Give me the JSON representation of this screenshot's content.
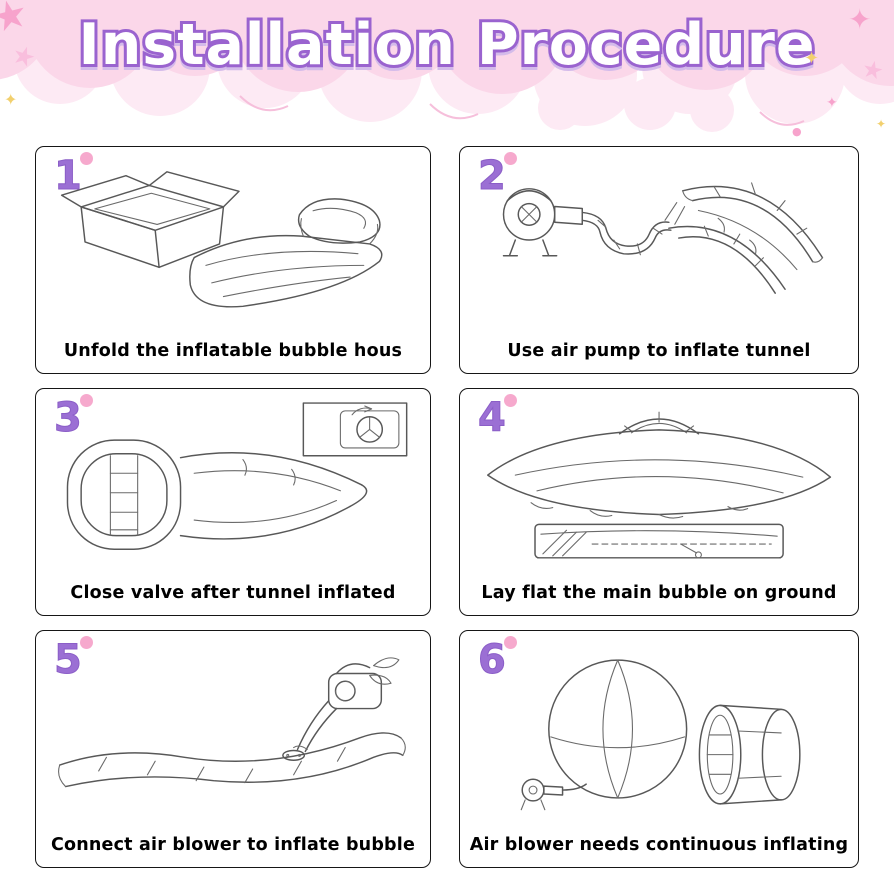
{
  "header": {
    "title": "Installation Procedure",
    "colors": {
      "title_fill": "#ffffff",
      "title_outline": "#9a63cf",
      "cloud_pink": "#fbd7e9",
      "cloud_pink_light": "#fdeaf4",
      "star_pink": "#f7a3cc",
      "star_pink_light": "#f9bedd",
      "star_yellow": "#f2d06e"
    }
  },
  "steps": [
    {
      "number": "1",
      "caption": "Unfold the inflatable bubble hous",
      "illustration": "box-and-folded-bubble-house"
    },
    {
      "number": "2",
      "caption": "Use air pump to inflate tunnel",
      "illustration": "air-pump-inflating-tunnel"
    },
    {
      "number": "3",
      "caption": "Close valve after tunnel inflated",
      "illustration": "inflated-tunnel-with-valve-inset"
    },
    {
      "number": "4",
      "caption": "Lay flat the main bubble on ground",
      "illustration": "flat-main-bubble-with-zipper-detail"
    },
    {
      "number": "5",
      "caption": "Connect air blower to inflate bubble",
      "illustration": "air-blower-connected-to-bubble"
    },
    {
      "number": "6",
      "caption": "Air blower needs continuous inflating",
      "illustration": "inflated-bubble-dome-with-tunnel-and-blower"
    }
  ],
  "colors": {
    "step_number_purple": "#9b6fd4",
    "step_dot_pink": "#f6a9cd",
    "card_border": "#161616",
    "caption_text": "#000000",
    "line_art": "#585858"
  }
}
